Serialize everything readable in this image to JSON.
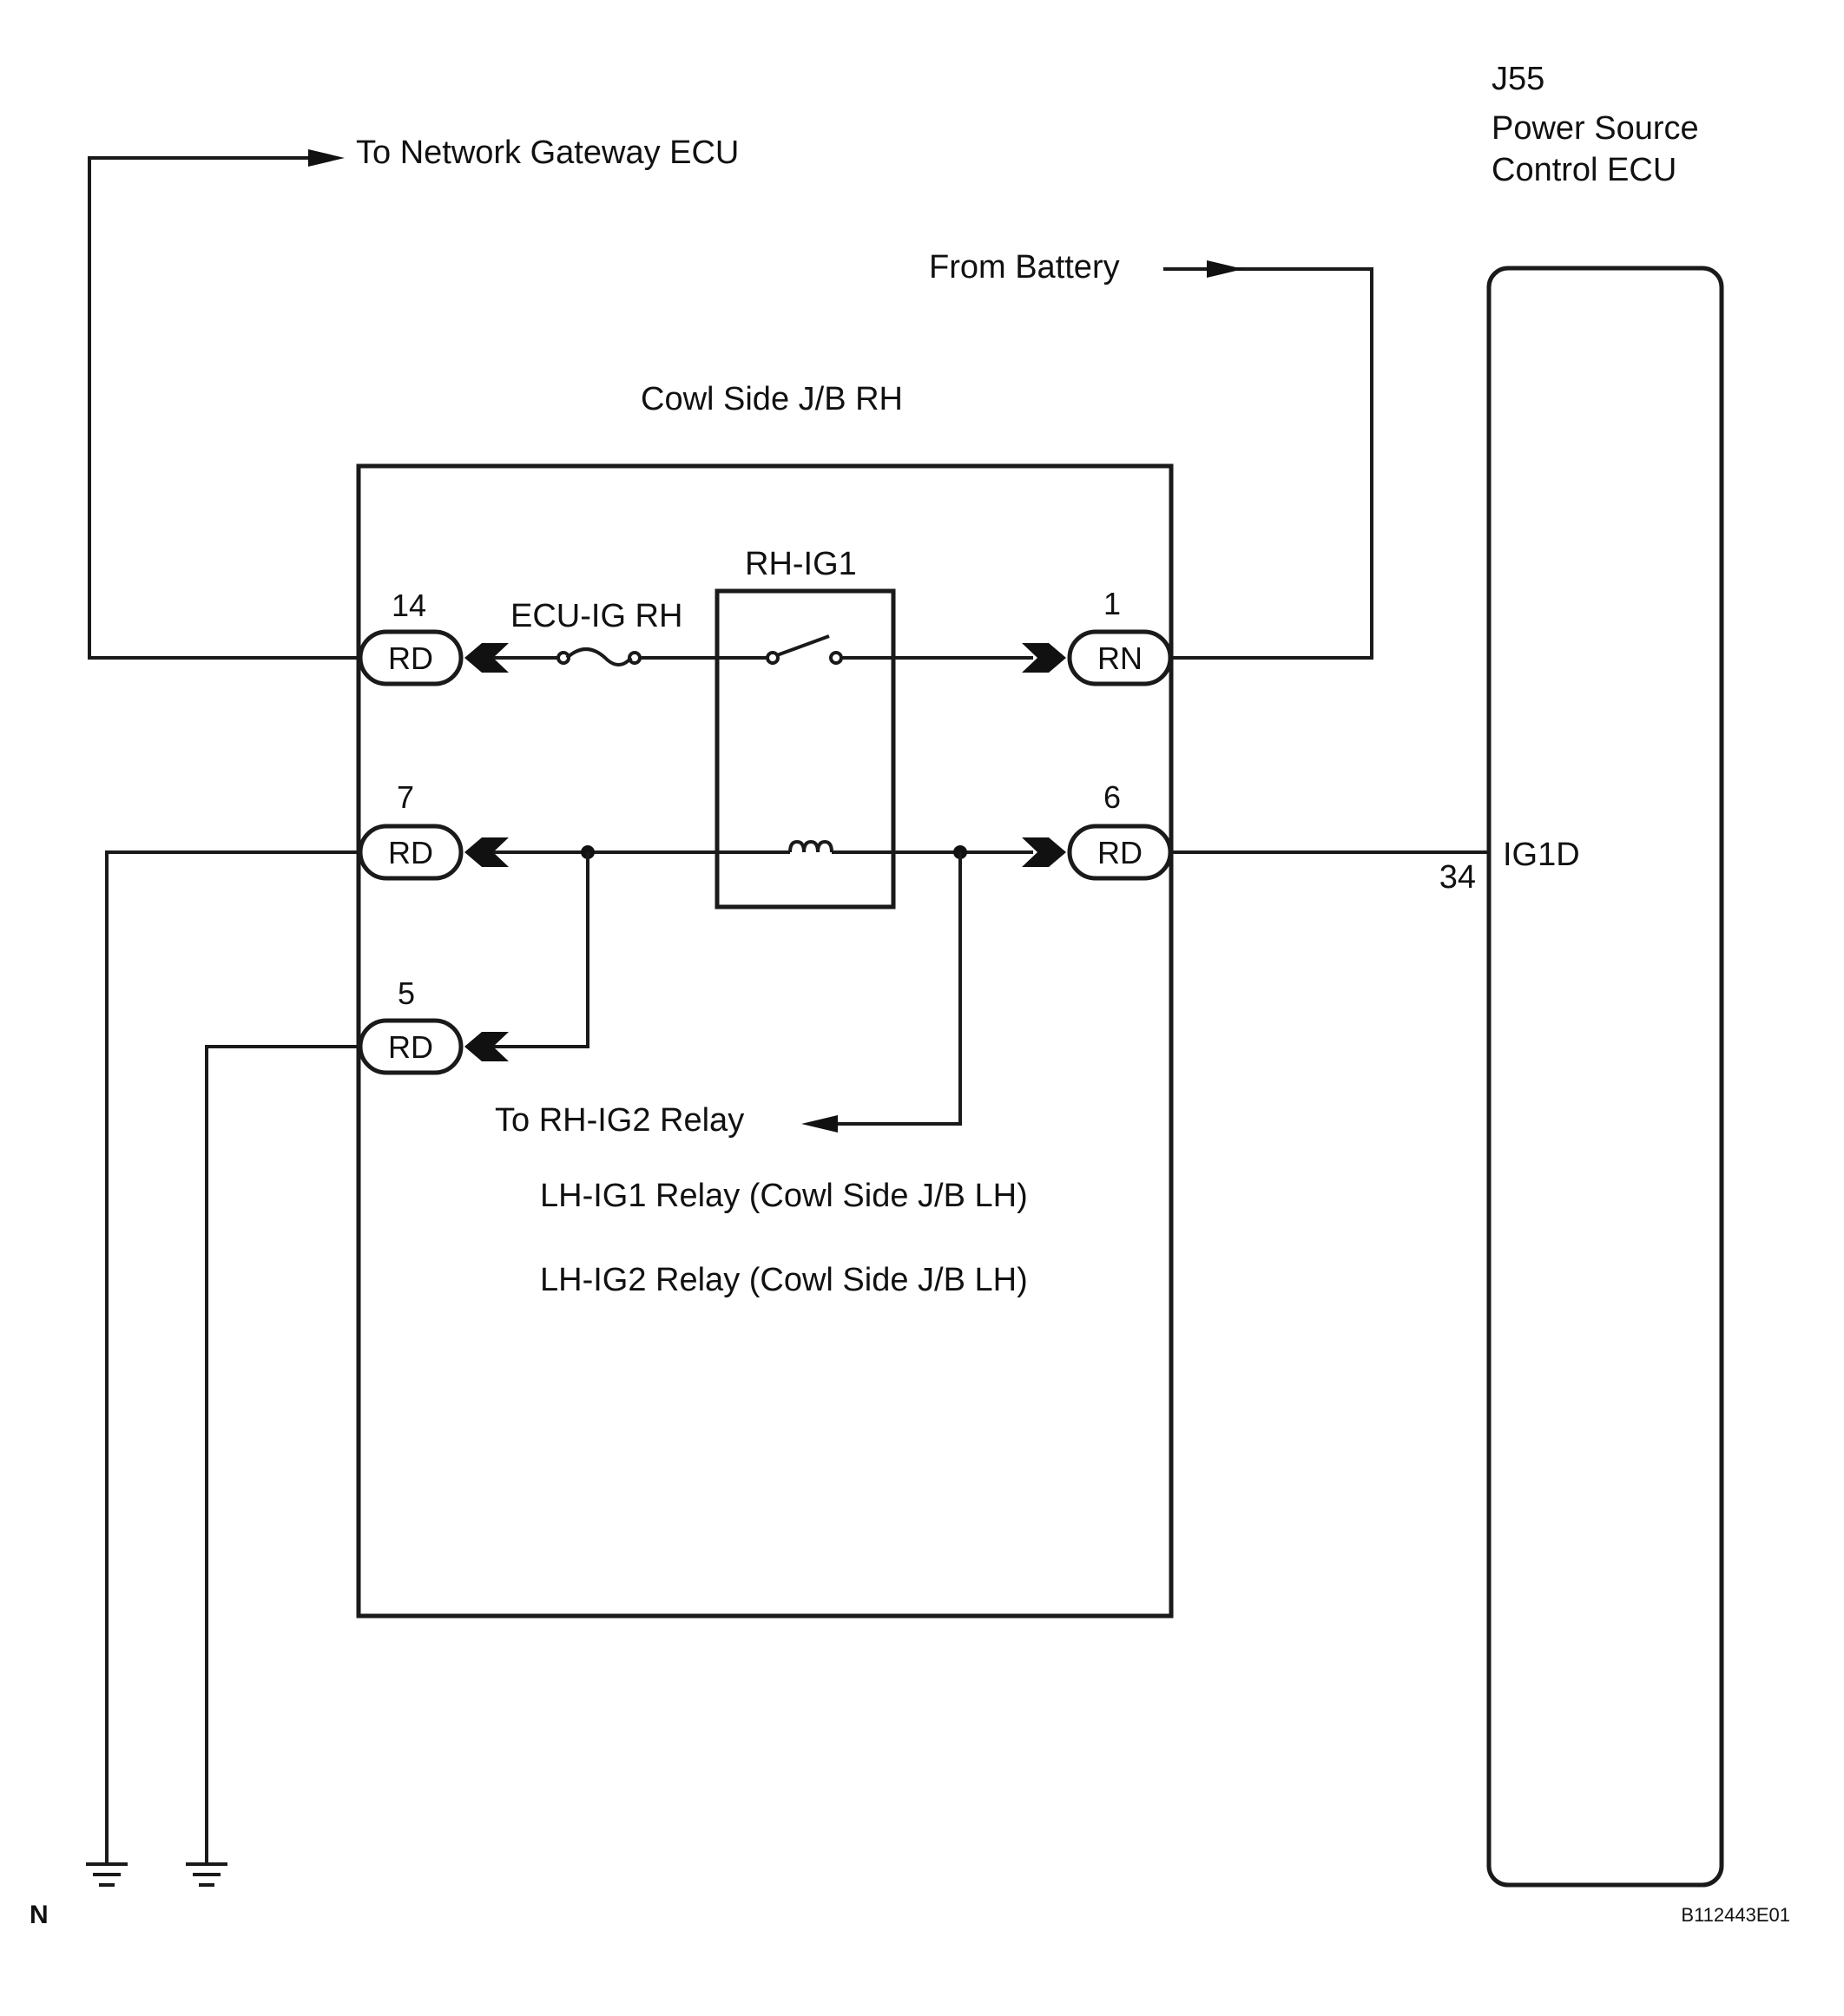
{
  "labels": {
    "network_gateway": "To Network Gateway ECU",
    "from_battery": "From Battery",
    "jb_title": "Cowl Side J/B RH",
    "relay_name": "RH-IG1",
    "fuse_name": "ECU-IG RH",
    "to_rh_ig2": "To RH-IG2 Relay",
    "lh_ig1": "LH-IG1 Relay (Cowl Side J/B LH)",
    "lh_ig2": "LH-IG2 Relay (Cowl Side J/B LH)"
  },
  "ecu": {
    "code": "J55",
    "name_line1": "Power Source",
    "name_line2": "Control ECU",
    "pin_number": "34",
    "pin_name": "IG1D"
  },
  "connectors": [
    {
      "pin": "14",
      "code": "RD"
    },
    {
      "pin": "7",
      "code": "RD"
    },
    {
      "pin": "5",
      "code": "RD"
    },
    {
      "pin": "1",
      "code": "RN"
    },
    {
      "pin": "6",
      "code": "RD"
    }
  ],
  "footer": {
    "left_mark": "N",
    "ref_code": "B112443E01"
  }
}
